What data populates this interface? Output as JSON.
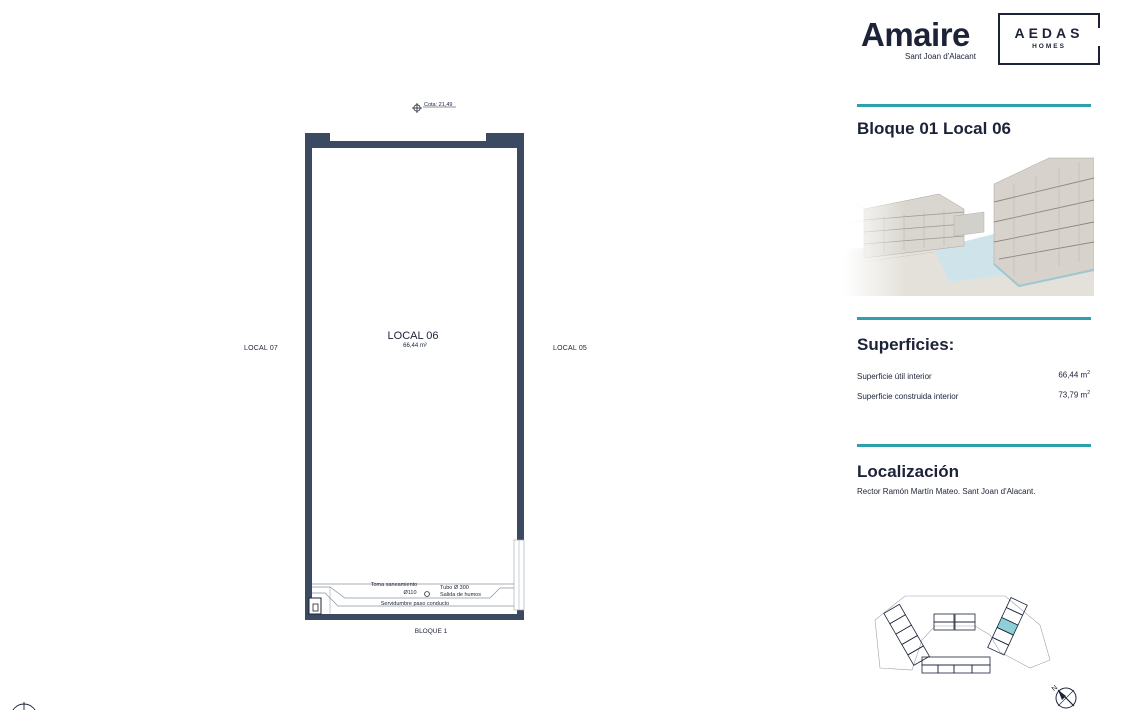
{
  "brand": {
    "name": "Amaire",
    "location": "Sant Joan d'Alacant",
    "company": "AEDAS",
    "company_sub": "HOMES"
  },
  "plan": {
    "cota_label": "Cota: 21,49",
    "unit_name": "LOCAL 06",
    "unit_area": "66,44 m²",
    "left_neighbor": "LOCAL 07",
    "right_neighbor": "LOCAL 05",
    "bottom_label": "BLOQUE 1",
    "toma_line1": "Toma saneamiento",
    "toma_line2": "Ø110",
    "tubo_line1": "Tubo Ø 300",
    "tubo_line2": "Salida de humos",
    "servidumbre": "Servidumbre paso conducto"
  },
  "panel": {
    "title": "Bloque 01 Local 06",
    "superficies_title": "Superficies:",
    "rows": [
      {
        "label": "Superficie útil interior",
        "value": "66,44 m",
        "unit_sup": "2"
      },
      {
        "label": "Superficie construida interior",
        "value": "73,79 m",
        "unit_sup": "2"
      }
    ],
    "localizacion_title": "Localización",
    "address": "Rector Ramón Martín Mateo. Sant Joan d'Alacant."
  },
  "compass_label": "N",
  "colors": {
    "accent": "#2ea0ad",
    "ink": "#1c2238",
    "wall": "#3b4a60"
  }
}
